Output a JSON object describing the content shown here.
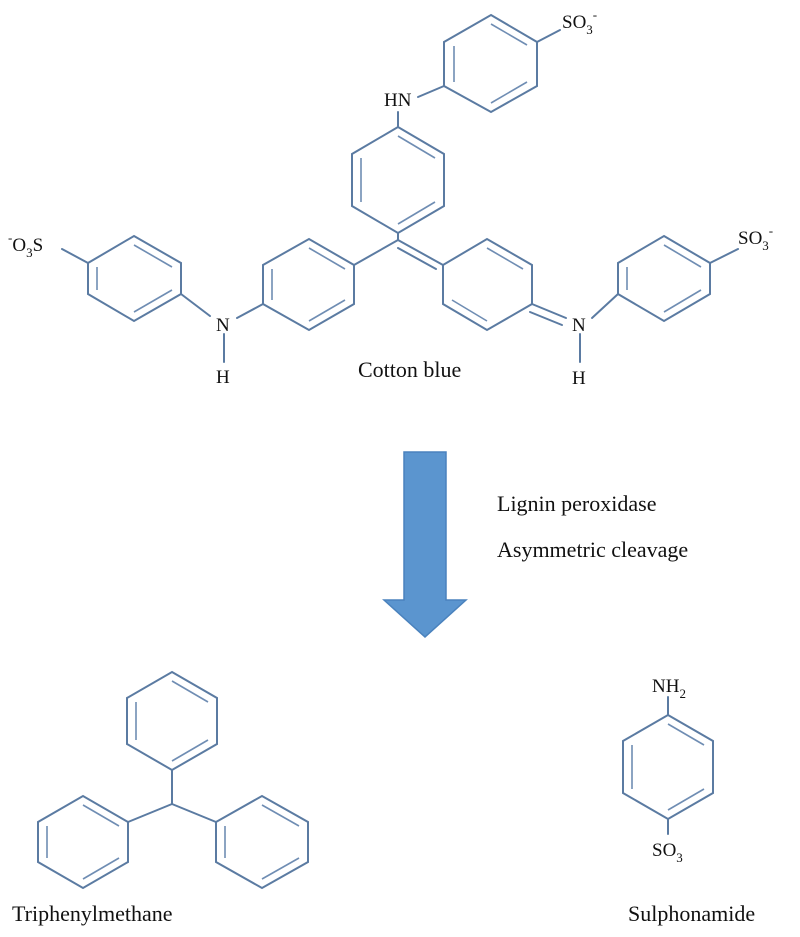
{
  "diagram": {
    "reactant": {
      "name": "Cotton blue",
      "groups": {
        "so3_top": {
          "main": "SO",
          "sub": "3",
          "sup": "-"
        },
        "so3_left": {
          "sup": "-",
          "main1": "O",
          "sub": "3",
          "main2": "S"
        },
        "so3_right": {
          "main": "SO",
          "sub": "3",
          "sup": "-"
        },
        "hn_top": "HN",
        "n_left": "N",
        "h_left": "H",
        "n_right": "N",
        "h_right": "H"
      }
    },
    "conditions": {
      "enzyme": "Lignin peroxidase",
      "mechanism": "Asymmetric cleavage"
    },
    "arrow_color": "#5b95cf",
    "bond_color": "#5b7ba2",
    "products": {
      "triphenylmethane": {
        "name": "Triphenylmethane"
      },
      "sulphonamide": {
        "name": "Sulphonamide",
        "nh2": {
          "main": "NH",
          "sub": "2"
        },
        "so3": {
          "main": "SO",
          "sub": "3"
        }
      }
    }
  }
}
